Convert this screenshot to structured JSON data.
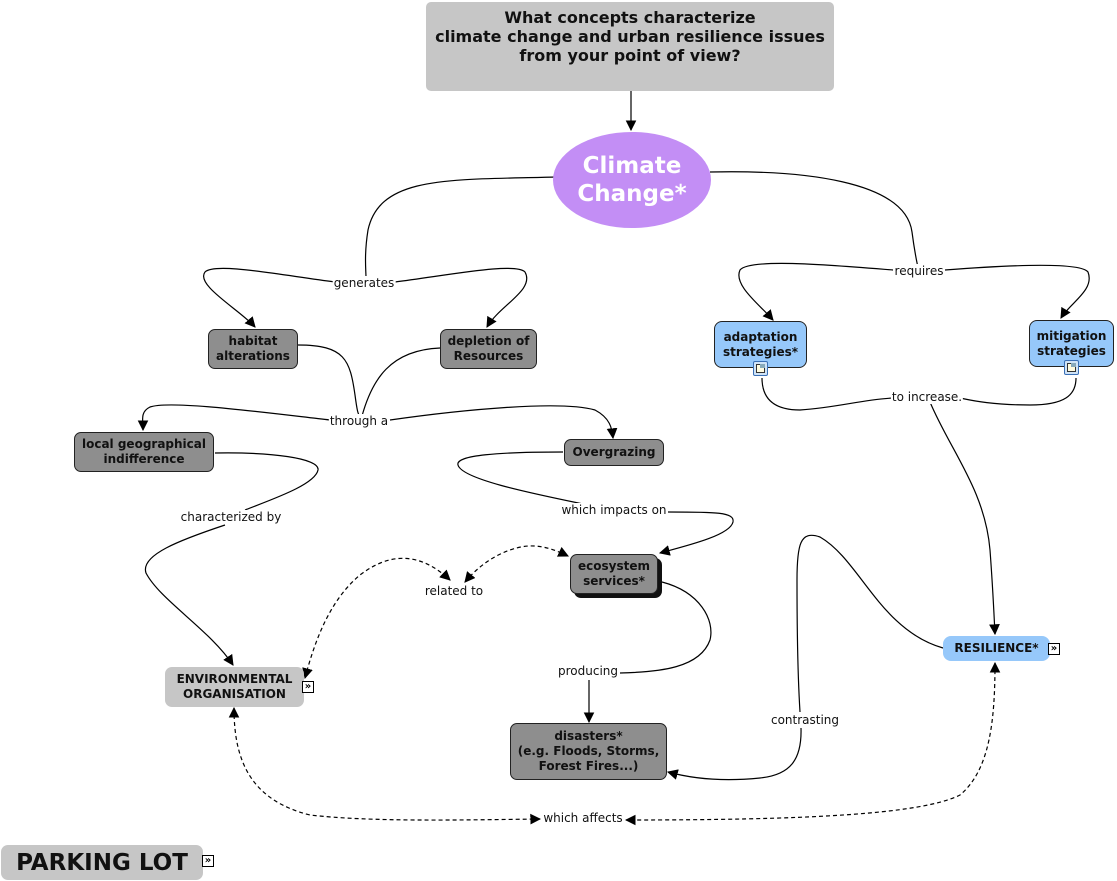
{
  "focus_question": "What concepts characterize\nclimate change and urban resilience issues\nfrom your point of view?",
  "root_concept": "Climate\nChange*",
  "concepts": {
    "habitat_alterations": "habitat\nalterations",
    "depletion_of_resources": "depletion of\nResources",
    "local_geographical_indifference": "local geographical\nindifference",
    "overgrazing": "Overgrazing",
    "ecosystem_services": "ecosystem\nservices*",
    "environmental_organisation": "ENVIRONMENTAL\nORGANISATION",
    "disasters": "disasters*\n(e.g. Floods, Storms,\nForest Fires...)",
    "adaptation_strategies": "adaptation\nstrategies*",
    "mitigation_strategies": "mitigation\nstrategies",
    "resilience": "RESILIENCE*",
    "parking_lot": "PARKING LOT"
  },
  "linking_phrases": {
    "generates": "generates",
    "requires": "requires",
    "through_a": "through a",
    "to_increase": "to increase.",
    "characterized_by": "characterized by",
    "which_impacts_on": "which impacts on",
    "related_to": "related to",
    "producing": "producing",
    "contrasting": "contrasting",
    "which_affects": "which affects"
  },
  "icons": {
    "expander": "»",
    "attached_document": "document-image-icon"
  },
  "colors": {
    "root": "#c38ef5",
    "dark_concept": "#8e8e8e",
    "light_concept": "#c6c6c6",
    "blue_concept": "#96c8fa"
  }
}
